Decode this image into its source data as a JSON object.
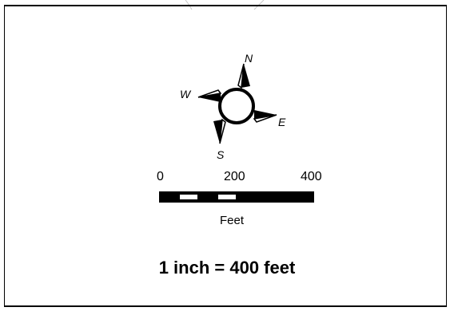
{
  "compass": {
    "north": "N",
    "south": "S",
    "east": "E",
    "west": "W",
    "icon": "compass-rose-icon"
  },
  "scale_bar": {
    "tick_labels": [
      "0",
      "200",
      "400"
    ],
    "unit": "Feet",
    "ratio_text": "1 inch = 400 feet"
  },
  "colors": {
    "ink": "#000000",
    "background": "#ffffff"
  }
}
